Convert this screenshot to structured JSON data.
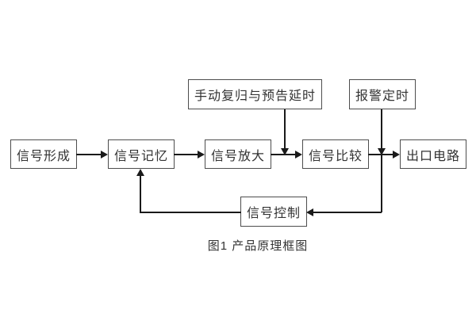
{
  "figure": {
    "caption": "图1 产品原理框图",
    "nodes": {
      "signal_forming": "信号形成",
      "signal_memory": "信号记忆",
      "signal_amplification": "信号放大",
      "signal_comparison": "信号比较",
      "output_circuit": "出口电路",
      "manual_reset_warning_delay": "手动复归与预告延时",
      "alarm_timing": "报警定时",
      "signal_control": "信号控制"
    },
    "edges": [
      {
        "from": "signal_forming",
        "to": "signal_memory"
      },
      {
        "from": "signal_memory",
        "to": "signal_amplification"
      },
      {
        "from": "signal_amplification",
        "to": "signal_comparison"
      },
      {
        "from": "signal_comparison",
        "to": "output_circuit"
      },
      {
        "from": "manual_reset_warning_delay",
        "to": "junction_amplification_comparison"
      },
      {
        "from": "alarm_timing",
        "to": "junction_comparison_output"
      },
      {
        "from": "junction_comparison_output",
        "to": "signal_control"
      },
      {
        "from": "signal_control",
        "to": "signal_memory"
      }
    ],
    "colors": {
      "background": "#ffffff",
      "box_border": "#4d4d4d",
      "line": "#1a1a1a",
      "text": "#333333"
    }
  }
}
